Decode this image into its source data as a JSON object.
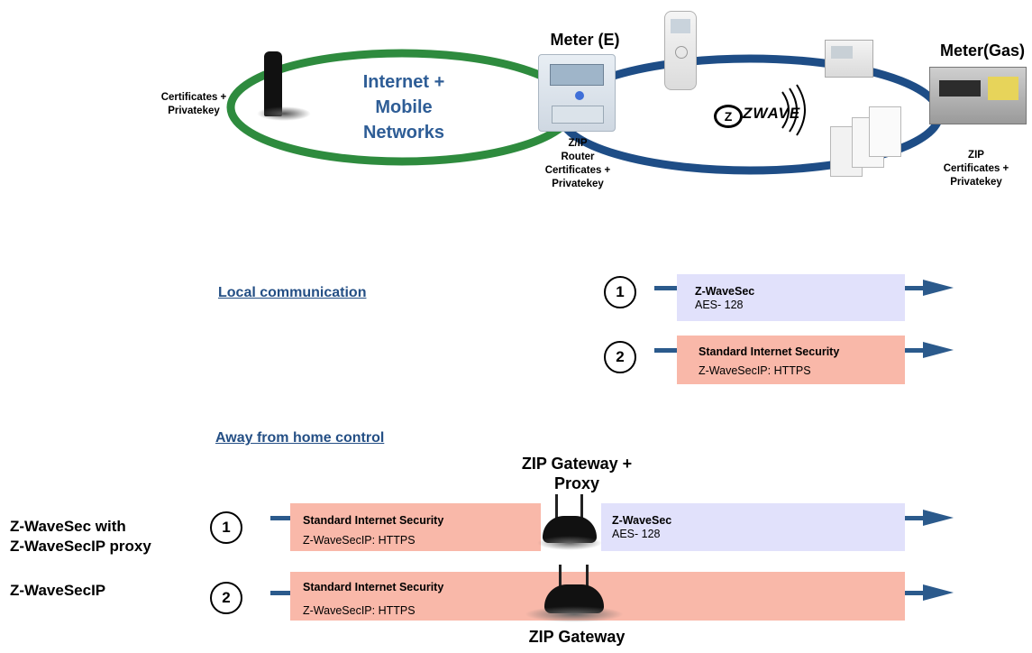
{
  "top": {
    "cert_left": "Certificates +\nPrivatekey",
    "internet_networks": "Internet +\nMobile\nNetworks",
    "meter_e_title": "Meter (E)",
    "meter_e_caption": "Z/IP\nRouter\nCertificates +\nPrivatekey",
    "zwave_logo": "ZWAVE",
    "meter_gas_title": "Meter(Gas)",
    "meter_gas_caption": "ZIP\nCertificates +\nPrivatekey"
  },
  "local": {
    "title": "Local communication",
    "row1": {
      "num": "1",
      "title": "Z-WaveSec",
      "sub": "AES- 128"
    },
    "row2": {
      "num": "2",
      "title": "Standard Internet Security",
      "sub": "Z-WaveSecIP: HTTPS"
    }
  },
  "away": {
    "title": "Away from home control",
    "gateway_proxy_label": "ZIP Gateway +\nProxy",
    "gateway_label": "ZIP Gateway",
    "row1": {
      "label": "Z-WaveSec with\nZ-WaveSecIP proxy",
      "num": "1",
      "left_title": "Standard Internet Security",
      "left_sub": "Z-WaveSecIP: HTTPS",
      "right_title": "Z-WaveSec",
      "right_sub": "AES- 128"
    },
    "row2": {
      "label": "Z-WaveSecIP",
      "num": "2",
      "title": "Standard Internet Security",
      "sub": "Z-WaveSecIP: HTTPS"
    }
  },
  "colors": {
    "green_ring": "#2e8b3e",
    "blue_ring": "#1e4d86",
    "blue_box": "#e1e1fb",
    "pink_box": "#f9b8a9",
    "arrow": "#2b5a8c"
  }
}
